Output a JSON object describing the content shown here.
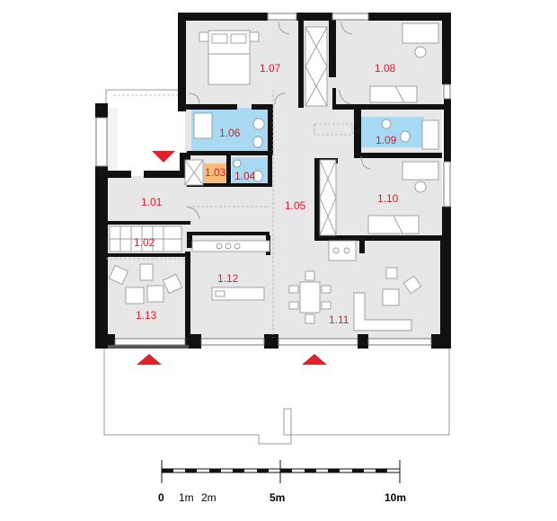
{
  "colors": {
    "floor": "#e7e7e7",
    "wall": "#111111",
    "bathroom": "#a8daf3",
    "wc": "#f7bc7d",
    "label": "#d8202c",
    "arrow": "#e0202c"
  },
  "rooms": [
    {
      "id": "1.01",
      "label": "1.01"
    },
    {
      "id": "1.02",
      "label": "1.02"
    },
    {
      "id": "1.03",
      "label": "1.03"
    },
    {
      "id": "1.04",
      "label": "1.04"
    },
    {
      "id": "1.05",
      "label": "1.05"
    },
    {
      "id": "1.06",
      "label": "1.06"
    },
    {
      "id": "1.07",
      "label": "1.07"
    },
    {
      "id": "1.08",
      "label": "1.08"
    },
    {
      "id": "1.09",
      "label": "1.09"
    },
    {
      "id": "1.10",
      "label": "1.10"
    },
    {
      "id": "1.11",
      "label": "1.11"
    },
    {
      "id": "1.12",
      "label": "1.12"
    },
    {
      "id": "1.13",
      "label": "1.13"
    }
  ],
  "scale_bar": {
    "labels": [
      "0",
      "1m",
      "2m",
      "5m",
      "10m"
    ]
  }
}
